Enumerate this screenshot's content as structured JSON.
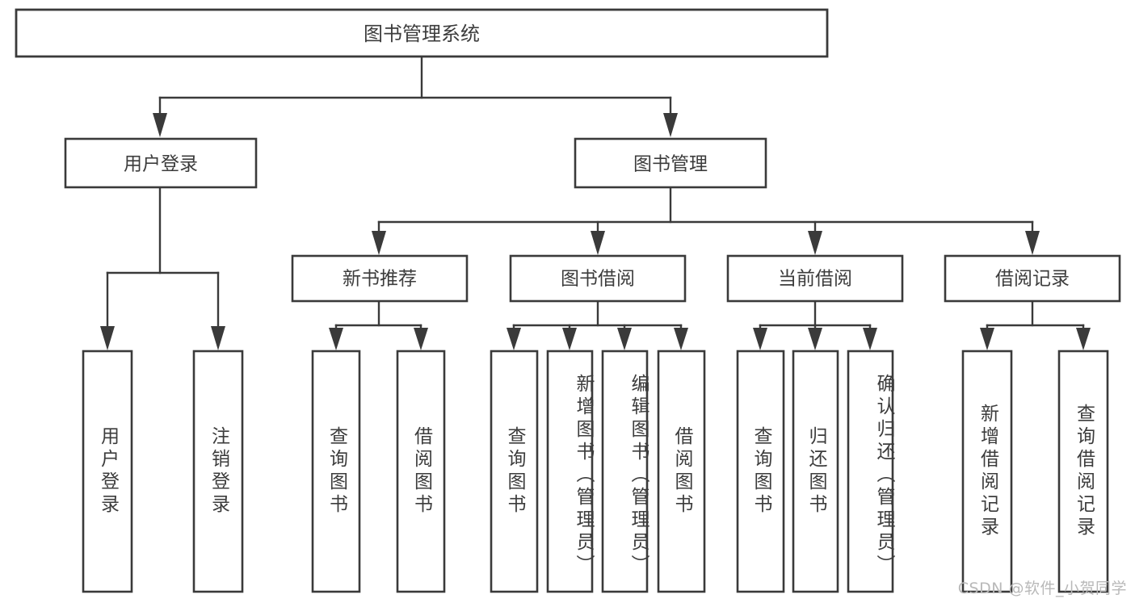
{
  "diagram": {
    "type": "tree-hierarchy-flowchart",
    "title": "图书管理系统",
    "watermark": "CSDN @软件_小贺同学",
    "colors": {
      "stroke": "#3a3a3a",
      "box_fill": "#ffffff",
      "text": "#3c3c3c",
      "background": "#ffffff",
      "watermark": "#b9b9b9"
    },
    "root": {
      "label": "图书管理系统"
    },
    "level2": [
      {
        "label": "用户登录"
      },
      {
        "label": "图书管理"
      }
    ],
    "level3": [
      {
        "label": "新书推荐"
      },
      {
        "label": "图书借阅"
      },
      {
        "label": "当前借阅"
      },
      {
        "label": "借阅记录"
      }
    ],
    "leaves": {
      "user_login": [
        {
          "label": "用户登录"
        },
        {
          "label": "注销登录"
        }
      ],
      "new_book": [
        {
          "label": "查询图书"
        },
        {
          "label": "借阅图书"
        }
      ],
      "book_borrow": [
        {
          "label": "查询图书"
        },
        {
          "label": "新增图书（管理员）"
        },
        {
          "label": "编辑图书（管理员）"
        },
        {
          "label": "借阅图书"
        }
      ],
      "current_borrow": [
        {
          "label": "查询图书"
        },
        {
          "label": "归还图书"
        },
        {
          "label": "确认归还（管理员）"
        }
      ],
      "borrow_record": [
        {
          "label": "新增借阅记录"
        },
        {
          "label": "查询借阅记录"
        }
      ]
    }
  }
}
